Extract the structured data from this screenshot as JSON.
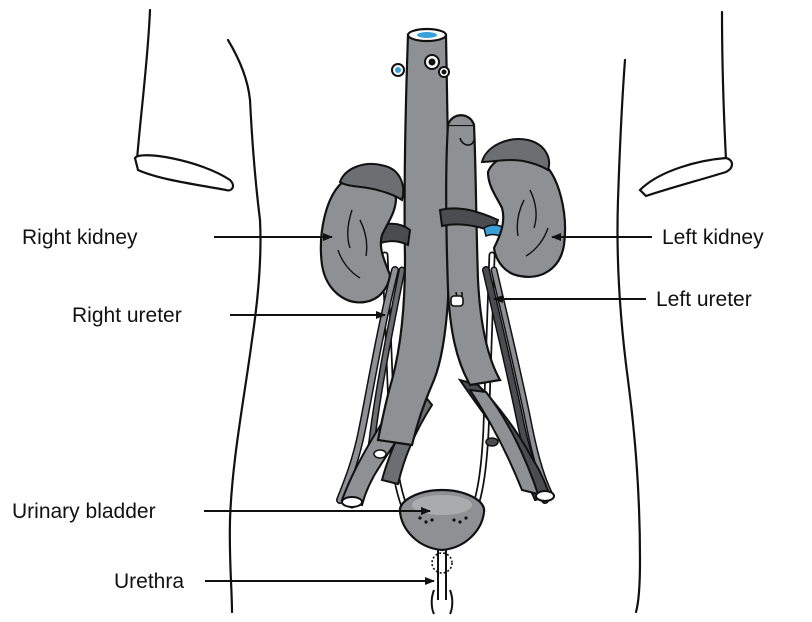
{
  "labels": {
    "right_kidney": "Right kidney",
    "left_kidney": "Left kidney",
    "right_ureter": "Right ureter",
    "left_ureter": "Left ureter",
    "urinary_bladder": "Urinary bladder",
    "urethra": "Urethra"
  },
  "colors": {
    "organ_fill": "#8e9093",
    "vessel_dark": "#4a4c50",
    "outline": "#111111",
    "lumen": "#3aa0d8"
  }
}
